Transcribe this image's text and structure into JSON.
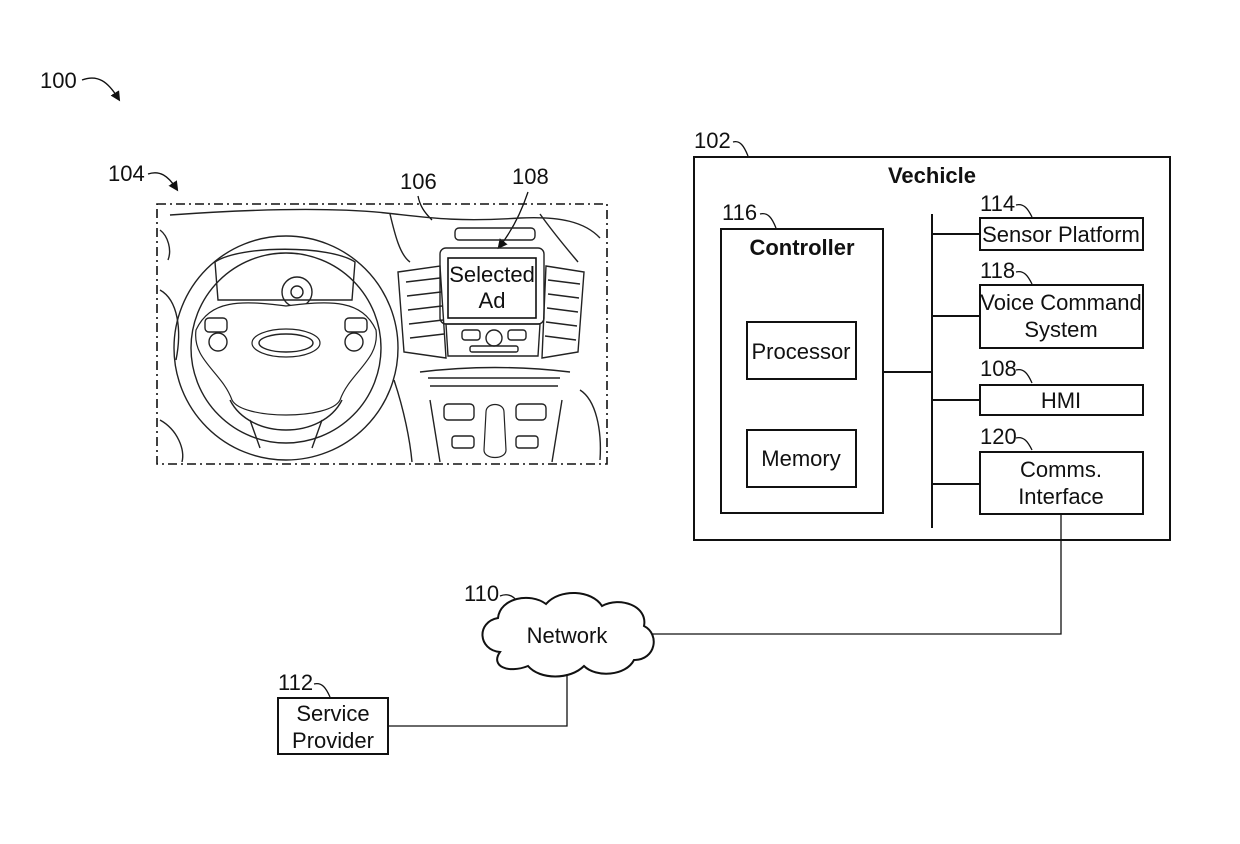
{
  "figure_ref": "100",
  "dashboard": {
    "ref": "104",
    "windshield_ref": "106",
    "hmi_ref": "108",
    "screen_line1": "Selected",
    "screen_line2": "Ad"
  },
  "vehicle": {
    "ref": "102",
    "title": "Vechicle",
    "controller": {
      "ref": "116",
      "title": "Controller",
      "processor": "Processor",
      "memory": "Memory"
    },
    "sensor_platform": {
      "ref": "114",
      "label": "Sensor Platform"
    },
    "voice_command": {
      "ref": "118",
      "line1": "Voice Command",
      "line2": "System"
    },
    "hmi": {
      "ref": "108",
      "label": "HMI"
    },
    "comms": {
      "ref": "120",
      "line1": "Comms.",
      "line2": "Interface"
    }
  },
  "network": {
    "ref": "110",
    "label": "Network"
  },
  "service_provider": {
    "ref": "112",
    "line1": "Service",
    "line2": "Provider"
  }
}
